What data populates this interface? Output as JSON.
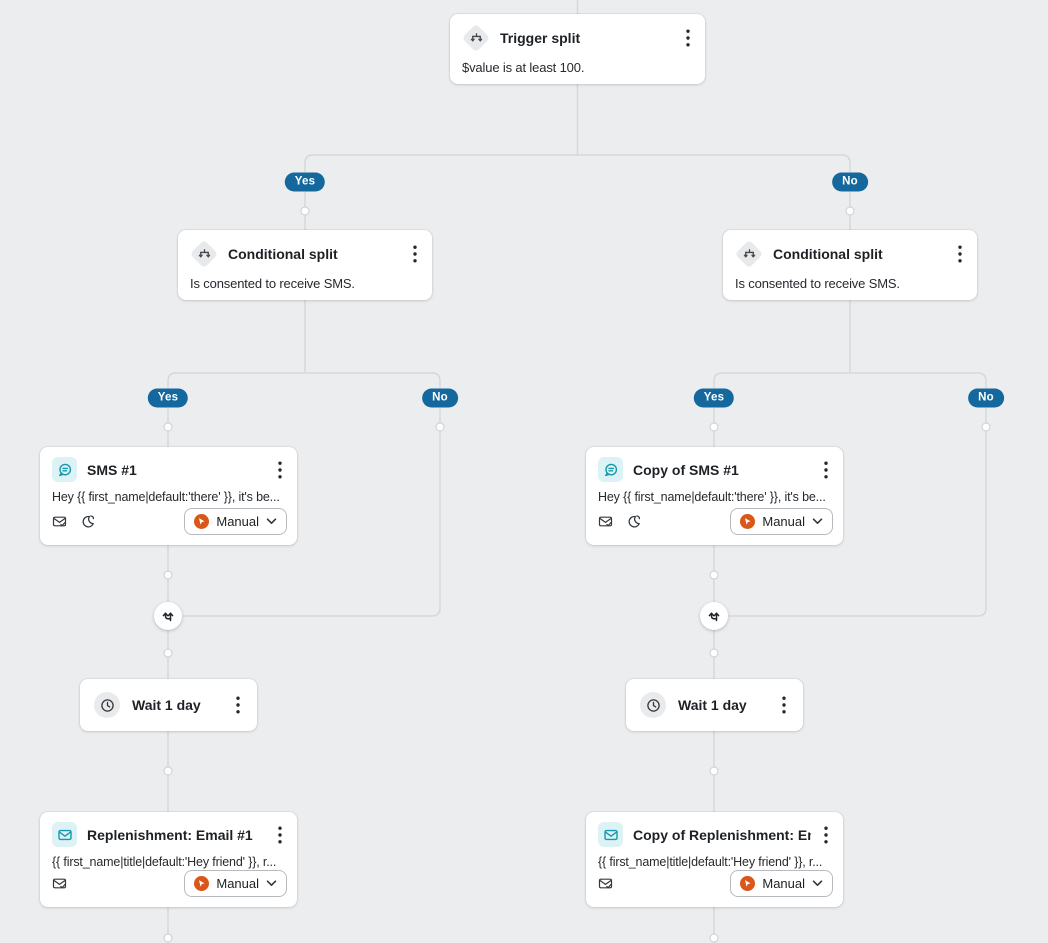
{
  "colors": {
    "canvas_bg": "#ecedef",
    "line": "#d5d8da",
    "badge_blue": "#15689d",
    "icon_teal": "#1699ae",
    "manual_orange": "#d9571a"
  },
  "labels": {
    "yes": "Yes",
    "no": "No"
  },
  "nodes": {
    "trigger": {
      "title": "Trigger split",
      "description": "$value is at least 100."
    },
    "cond_left": {
      "title": "Conditional split",
      "description": "Is consented to receive SMS."
    },
    "cond_right": {
      "title": "Conditional split",
      "description": "Is consented to receive SMS."
    },
    "sms_left": {
      "title": "SMS #1",
      "preview": "Hey {{ first_name|default:'there' }}, it's be...",
      "status": "Manual"
    },
    "sms_right": {
      "title": "Copy of SMS #1",
      "preview": "Hey {{ first_name|default:'there' }}, it's be...",
      "status": "Manual"
    },
    "wait_left": {
      "title": "Wait 1 day"
    },
    "wait_right": {
      "title": "Wait 1 day"
    },
    "email_left": {
      "title": "Replenishment: Email #1",
      "preview": "{{ first_name|title|default:'Hey friend' }}, r...",
      "status": "Manual"
    },
    "email_right": {
      "title": "Copy of Replenishment: Em...",
      "preview": "{{ first_name|title|default:'Hey friend' }}, r...",
      "status": "Manual"
    }
  }
}
